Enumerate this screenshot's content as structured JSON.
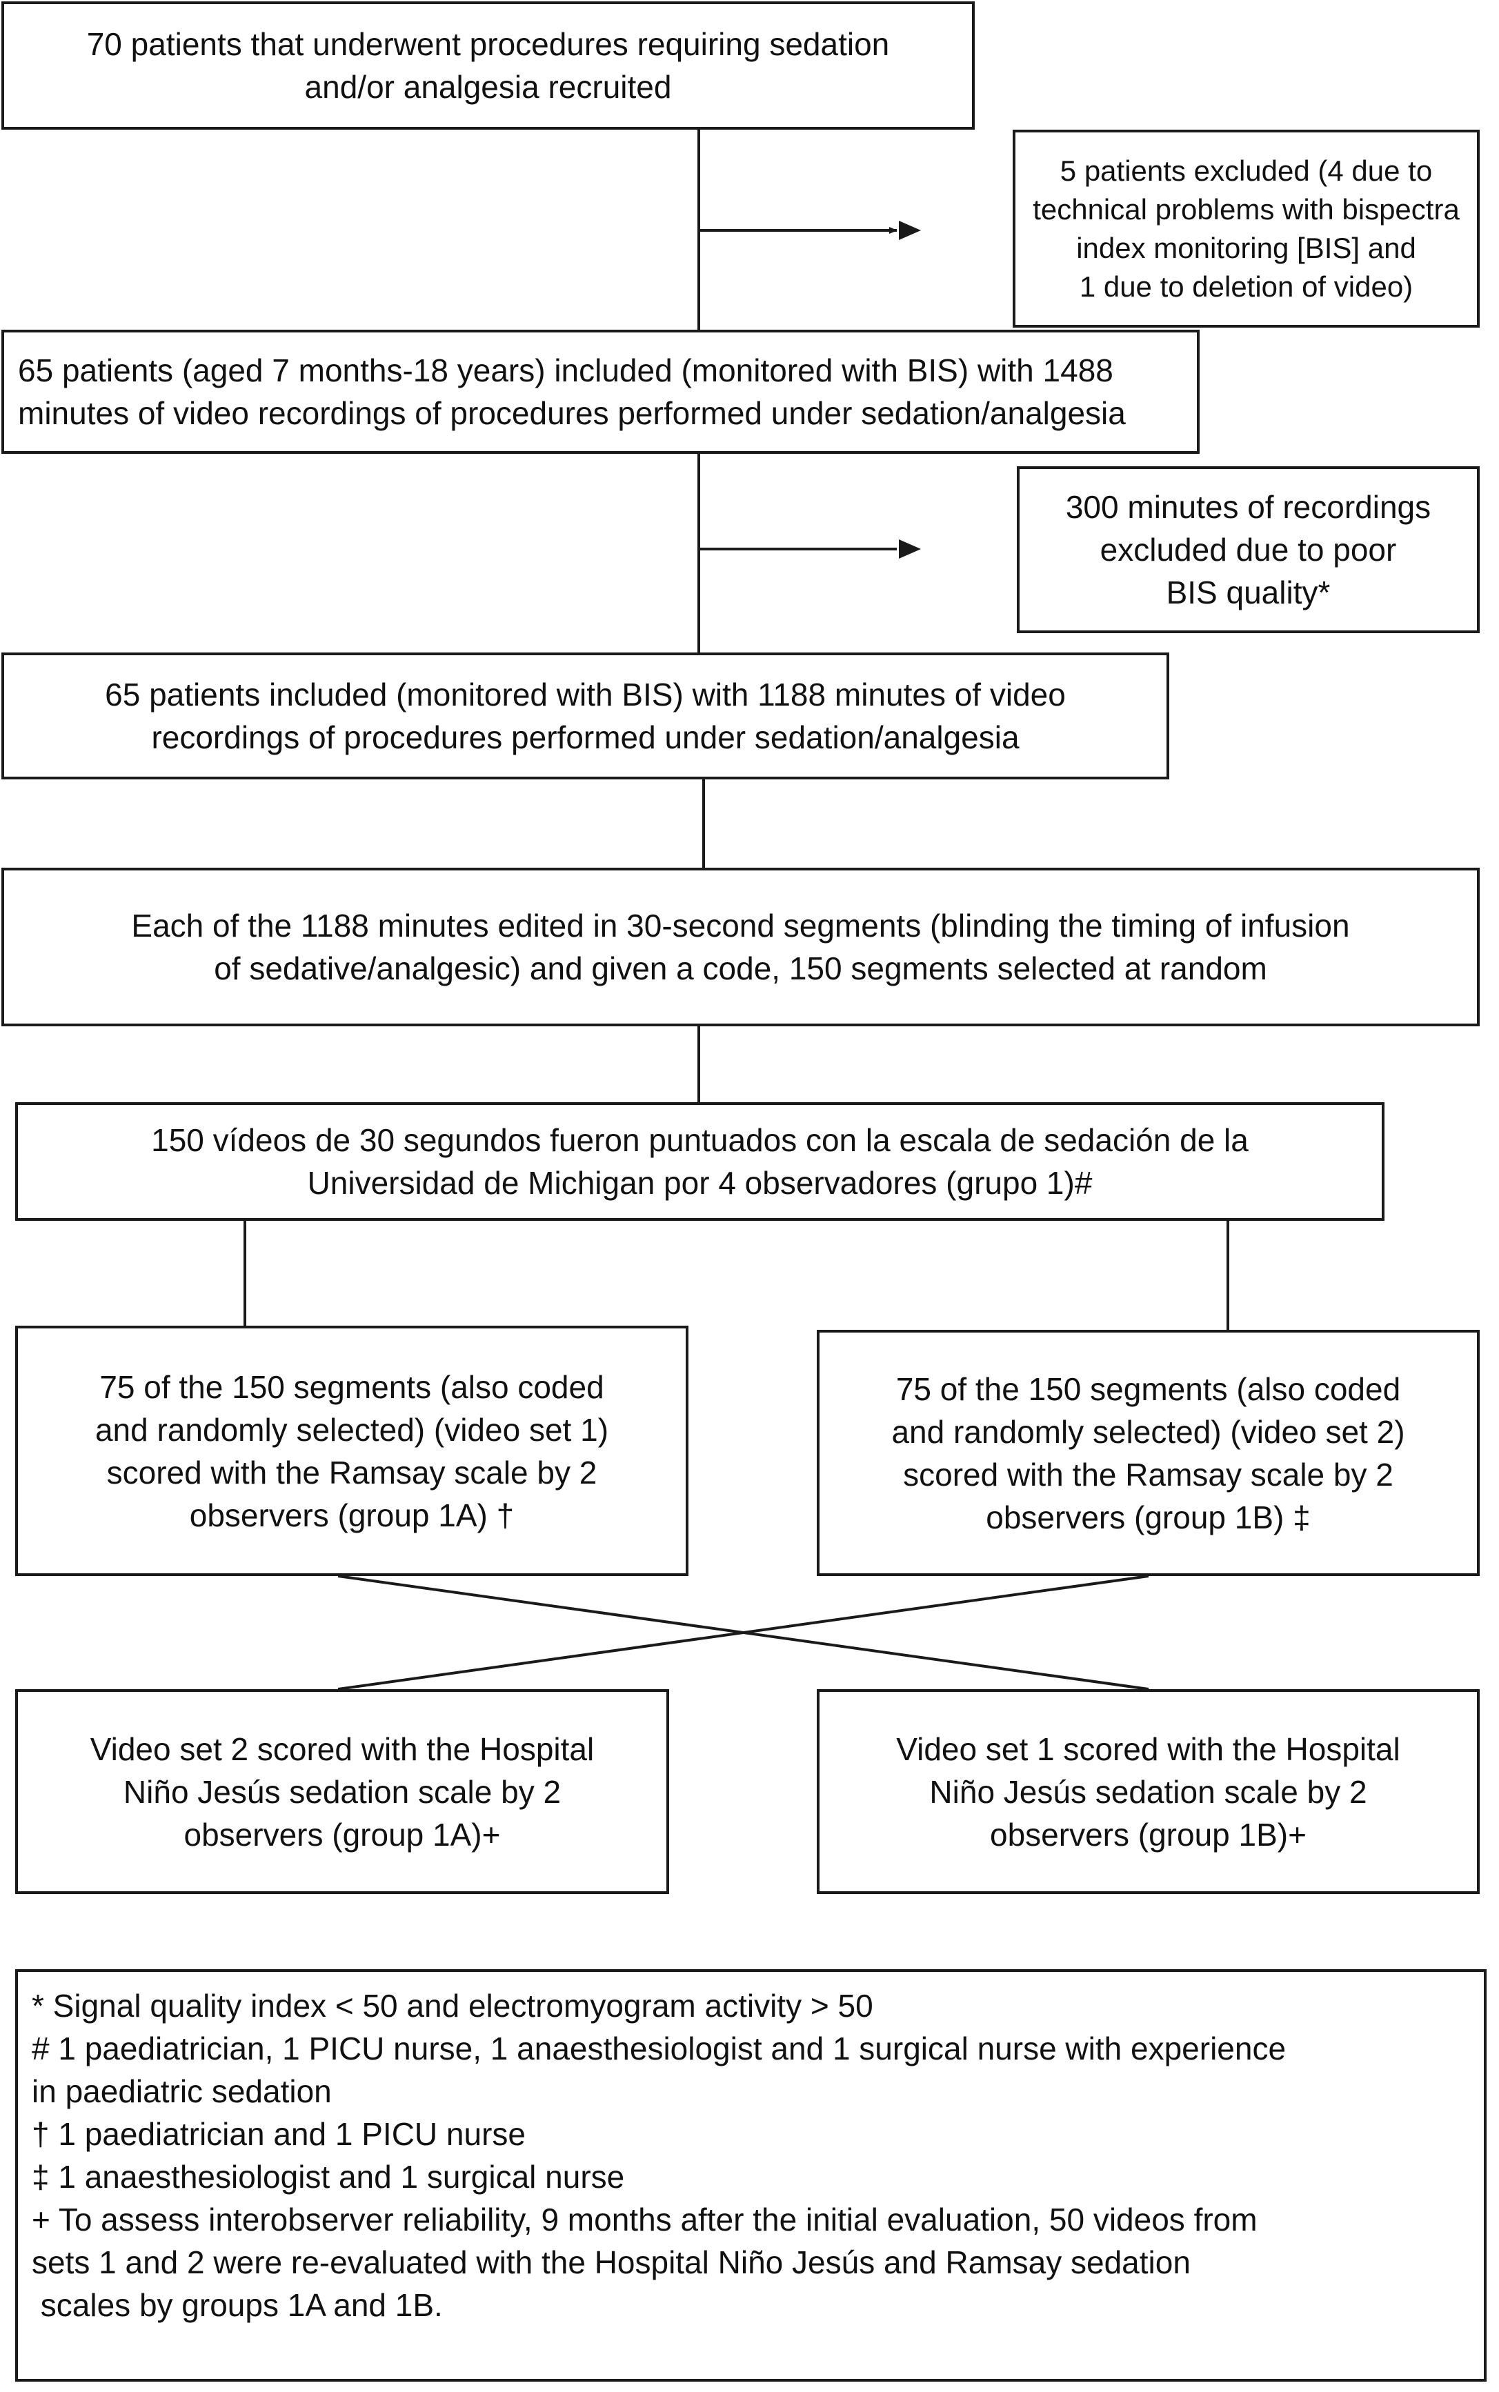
{
  "flowchart": {
    "recruited": {
      "lines": [
        "70 patients that underwent procedures requiring sedation",
        "and/or analgesia recruited"
      ]
    },
    "excluded_patients": {
      "lines": [
        "5 patients excluded (4 due to",
        "technical problems with bispectra",
        "index monitoring [BIS] and",
        "1 due to deletion of video)"
      ]
    },
    "included_1488": {
      "lines": [
        "65 patients (aged 7 months-18 years) included (monitored with BIS) with 1488",
        "minutes of video recordings of procedures performed under sedation/analgesia"
      ]
    },
    "excluded_minutes": {
      "lines": [
        "300 minutes of recordings",
        "excluded due to poor",
        "BIS quality*"
      ]
    },
    "included_1188": {
      "lines": [
        "65 patients included (monitored with BIS) with 1188 minutes of video",
        "recordings of procedures performed under sedation/analgesia"
      ]
    },
    "segments": {
      "lines": [
        "Each of the 1188 minutes edited in 30-second segments (blinding the timing of infusion",
        "of sedative/analgesic) and given a code, 150 segments selected at random"
      ]
    },
    "scored_michigan": {
      "lines": [
        "150 vídeos de 30 segundos fueron puntuados con la escala de sedación de la",
        "Universidad de Michigan por 4 observadores (grupo 1)#"
      ]
    },
    "video_set_1_ramsay": {
      "lines": [
        "75 of the 150 segments (also coded",
        "and randomly selected) (video set 1)",
        "scored with the Ramsay scale by 2",
        "observers (group 1A) †"
      ]
    },
    "video_set_2_ramsay": {
      "lines": [
        "75 of the 150 segments (also coded",
        "and randomly selected) (video set 2)",
        "scored with the Ramsay scale by 2",
        "observers (group 1B) ‡"
      ]
    },
    "video_set_2_hnj": {
      "lines": [
        "Video set 2 scored with the Hospital",
        "Niño Jesús sedation scale by 2",
        "observers (group 1A)+"
      ]
    },
    "video_set_1_hnj": {
      "lines": [
        "Video set 1 scored with the Hospital",
        "Niño Jesús sedation scale by 2",
        "observers (group 1B)+"
      ]
    }
  },
  "footnotes": {
    "lines": [
      "* Signal quality index < 50 and electromyogram activity > 50",
      "# 1 paediatrician, 1 PICU nurse, 1 anaesthesiologist and 1 surgical nurse with experience",
      "in paediatric sedation",
      "† 1 paediatrician and 1 PICU nurse",
      "‡ 1 anaesthesiologist and 1 surgical nurse",
      "+ To assess interobserver reliability, 9 months after the initial evaluation, 50 videos from",
      "sets 1 and 2 were re-evaluated with the Hospital Niño Jesús and Ramsay sedation",
      " scales by groups 1A and 1B."
    ]
  }
}
